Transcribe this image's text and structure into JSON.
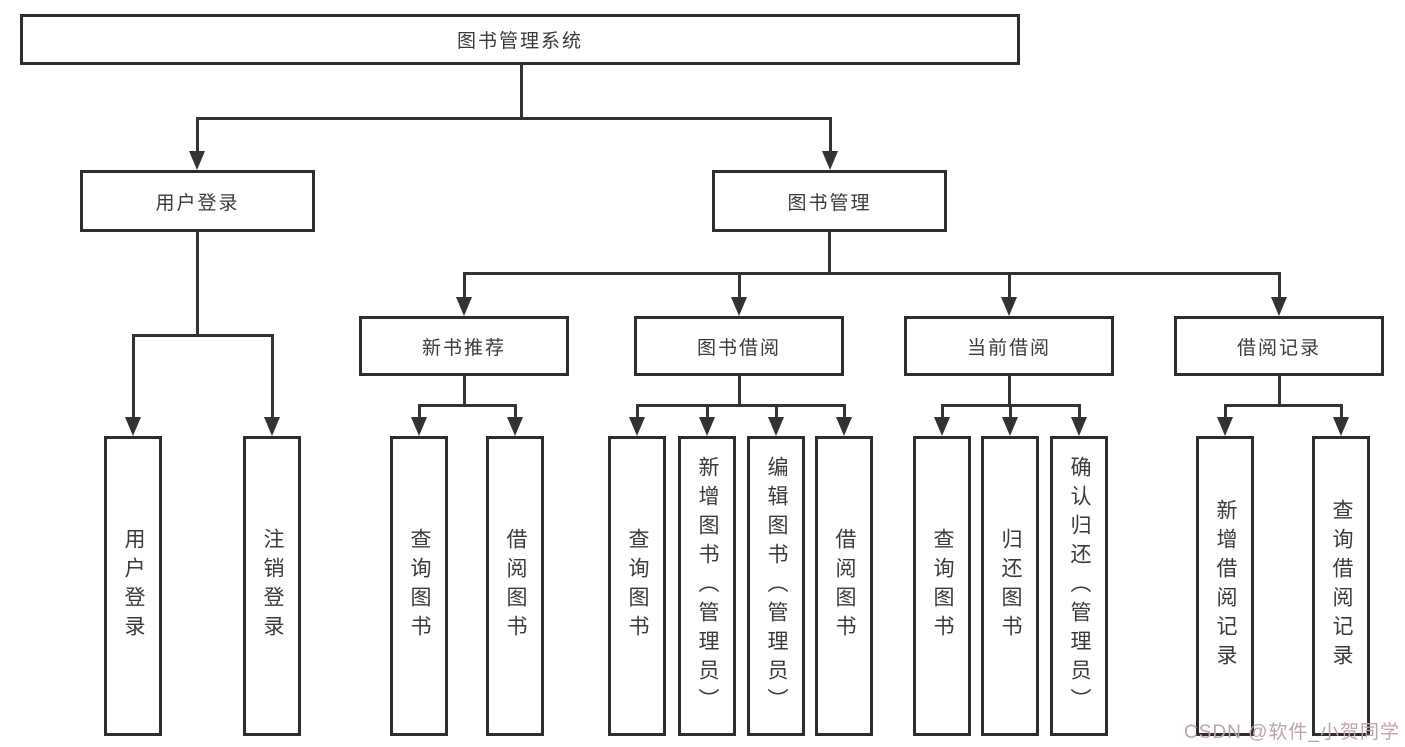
{
  "diagram": {
    "type": "hierarchy-tree",
    "colors": {
      "border": "#2d2d2d",
      "line": "#333333",
      "text": "#3a3a3a",
      "background": "#ffffff",
      "watermark": "#c2a4a8"
    },
    "watermark": {
      "text": "CSDN @软件_小贺同学"
    },
    "tree": {
      "label": "图书管理系统",
      "children": [
        {
          "label": "用户登录",
          "children": [
            {
              "label": "用户登录"
            },
            {
              "label": "注销登录"
            }
          ]
        },
        {
          "label": "图书管理",
          "children": [
            {
              "label": "新书推荐",
              "children": [
                {
                  "label": "查询图书"
                },
                {
                  "label": "借阅图书"
                }
              ]
            },
            {
              "label": "图书借阅",
              "children": [
                {
                  "label": "查询图书"
                },
                {
                  "label": "新增图书（管理员）"
                },
                {
                  "label": "编辑图书（管理员）"
                },
                {
                  "label": "借阅图书"
                }
              ]
            },
            {
              "label": "当前借阅",
              "children": [
                {
                  "label": "查询图书"
                },
                {
                  "label": "归还图书"
                },
                {
                  "label": "确认归还（管理员）"
                }
              ]
            },
            {
              "label": "借阅记录",
              "children": [
                {
                  "label": "新增借阅记录"
                },
                {
                  "label": "查询借阅记录"
                }
              ]
            }
          ]
        }
      ]
    }
  }
}
